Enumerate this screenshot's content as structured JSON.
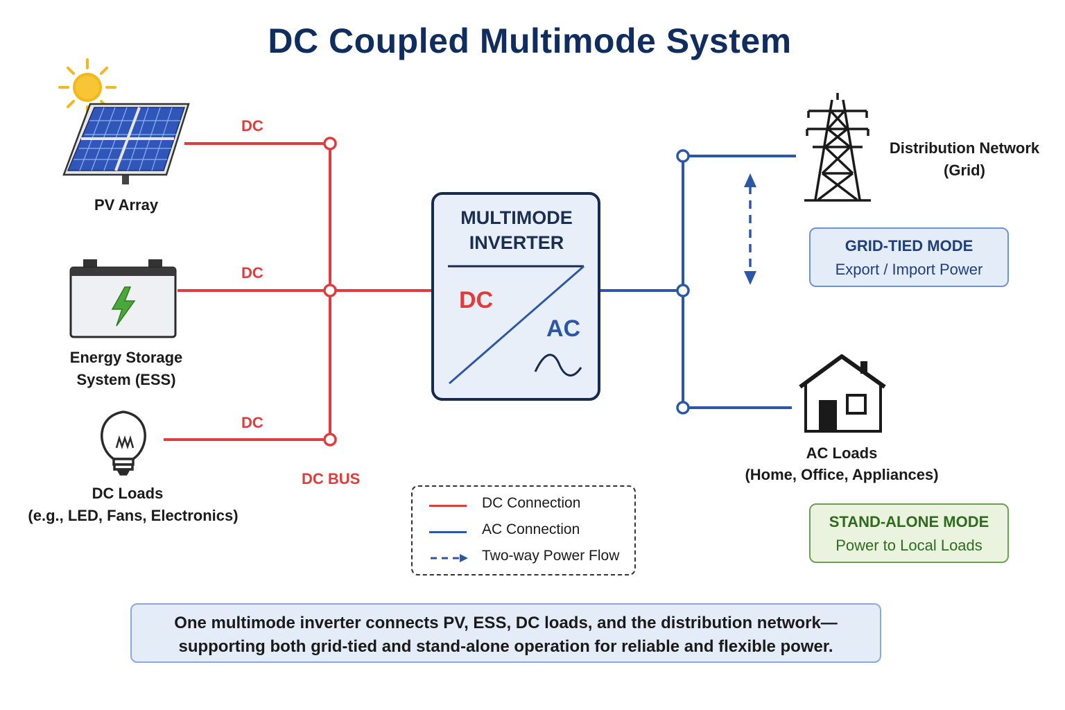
{
  "title": "DC Coupled Multimode System",
  "components": {
    "pv_array": "PV Array",
    "ess_line1": "Energy Storage",
    "ess_line2": "System (ESS)",
    "dc_loads_line1": "DC Loads",
    "dc_loads_line2": "(e.g., LED, Fans, Electronics)",
    "grid_line1": "Distribution Network",
    "grid_line2": "(Grid)",
    "ac_loads_line1": "AC Loads",
    "ac_loads_line2": "(Home, Office, Appliances)"
  },
  "dc_labels": [
    "DC",
    "DC",
    "DC"
  ],
  "dc_bus_label": "DC BUS",
  "inverter": {
    "title_line1": "MULTIMODE",
    "title_line2": "INVERTER",
    "dc_label": "DC",
    "ac_label": "AC"
  },
  "grid_tied_mode": {
    "title": "GRID-TIED MODE",
    "subtitle": "Export / Import Power"
  },
  "stand_alone_mode": {
    "title": "STAND-ALONE MODE",
    "subtitle": "Power to Local Loads"
  },
  "legend": [
    {
      "label": "DC Connection",
      "style": "solid",
      "color": "#e03c3c"
    },
    {
      "label": "AC Connection",
      "style": "solid",
      "color": "#2b57a6"
    },
    {
      "label": "Two-way Power Flow",
      "style": "dashed-arrow",
      "color": "#2b57a6"
    }
  ],
  "summary": {
    "line1": "One multimode inverter connects PV, ESS, DC loads, and the distribution network—",
    "line2": "supporting both grid-tied and stand-alone operation for reliable and flexible power."
  },
  "colors": {
    "dc": "#e03c3c",
    "ac": "#2b57a6",
    "title": "#0f2d5e"
  },
  "icons": [
    "sun-icon",
    "solar-panel-icon",
    "battery-icon",
    "lightning-icon",
    "light-bulb-icon",
    "transmission-tower-icon",
    "house-icon",
    "sine-wave-icon"
  ]
}
